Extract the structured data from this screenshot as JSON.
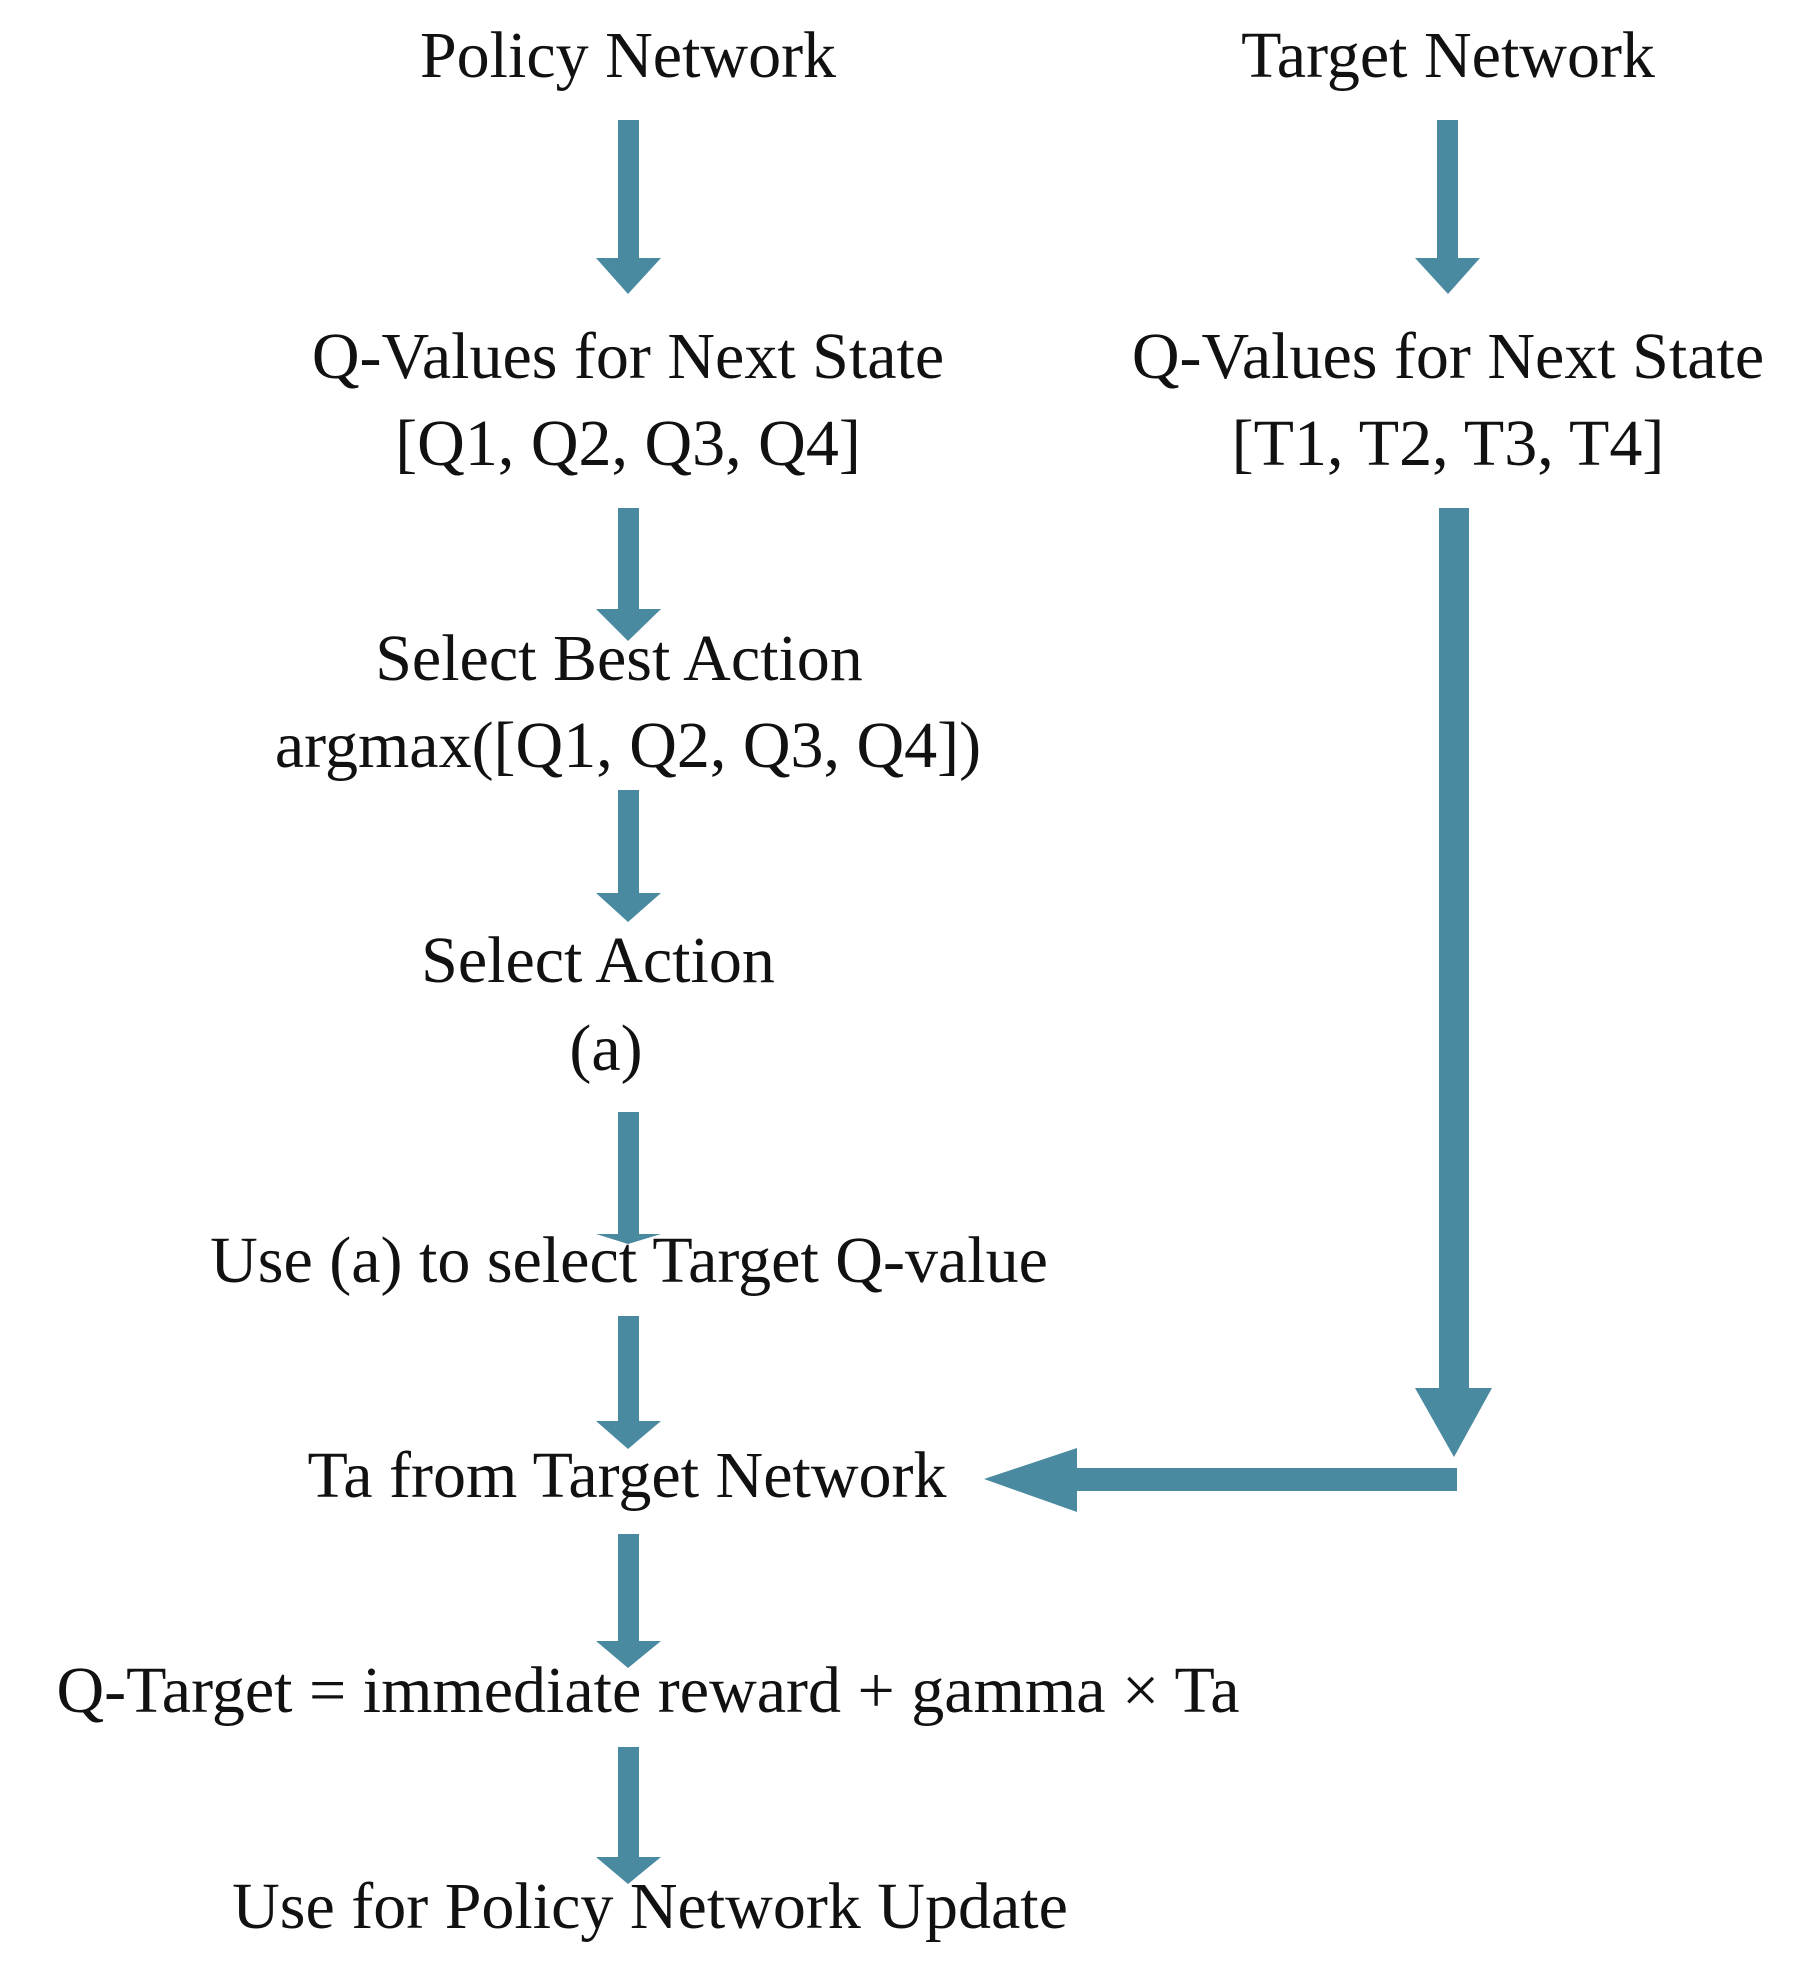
{
  "colors": {
    "arrow": "#4a8aa0",
    "text": "#111111",
    "background": "#ffffff"
  },
  "policy_network": {
    "title": "Policy Network",
    "qvalues_title": "Q-Values for Next State",
    "qvalues_list": "[Q1, Q2, Q3, Q4]",
    "best_action_title": "Select Best Action",
    "best_action_formula": "argmax([Q1, Q2, Q3, Q4])",
    "select_action_title": "Select Action",
    "select_action_var": "(a)",
    "use_a": "Use (a) to select Target Q-value",
    "ta_from_target": "Ta from Target Network",
    "q_target_formula": "Q-Target = immediate reward + gamma × Ta",
    "use_for_update": "Use for Policy Network Update"
  },
  "target_network": {
    "title": "Target Network",
    "qvalues_title": "Q-Values for Next State",
    "qvalues_list": "[T1, T2, T3, T4]"
  }
}
